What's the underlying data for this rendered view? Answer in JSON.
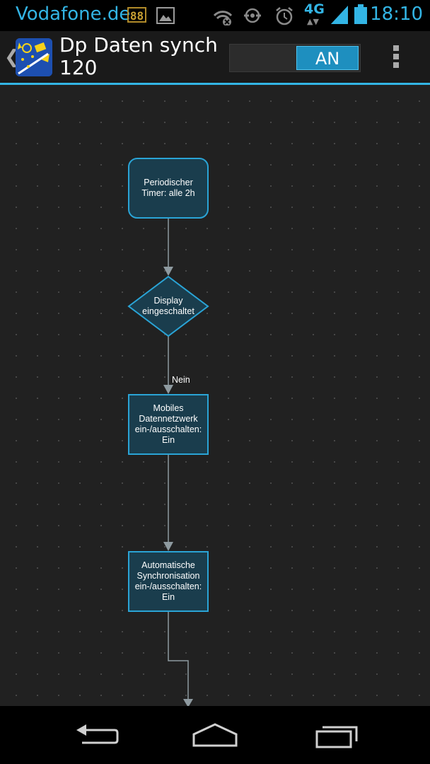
{
  "status_bar": {
    "carrier": "Vodafone.de",
    "badge": "88",
    "network": "4G",
    "time": "18:10",
    "icons": [
      "image-icon",
      "wifi-off-icon",
      "sync-icon",
      "alarm-icon",
      "signal-icon",
      "battery-icon"
    ]
  },
  "action_bar": {
    "title": "Dp Daten synch 120",
    "toggle_label": "AN",
    "accent": "#33b5e5"
  },
  "flow": {
    "nodes": [
      {
        "id": "start",
        "shape": "rounded",
        "text": "Periodischer Timer: alle 2h"
      },
      {
        "id": "cond",
        "shape": "diamond",
        "text": "Display eingeschaltet"
      },
      {
        "id": "act1",
        "shape": "rect",
        "text": "Mobiles Datennetzwerk ein-/ausschalten: Ein"
      },
      {
        "id": "act2",
        "shape": "rect",
        "text": "Automatische Synchronisation ein-/ausschalten: Ein"
      }
    ],
    "edge_label_no": "Nein",
    "node_fill": "#1a3d4d",
    "node_stroke": "#2aa4d6"
  },
  "nav_bar": {
    "icons": [
      "back-icon",
      "home-icon",
      "recent-apps-icon"
    ]
  }
}
